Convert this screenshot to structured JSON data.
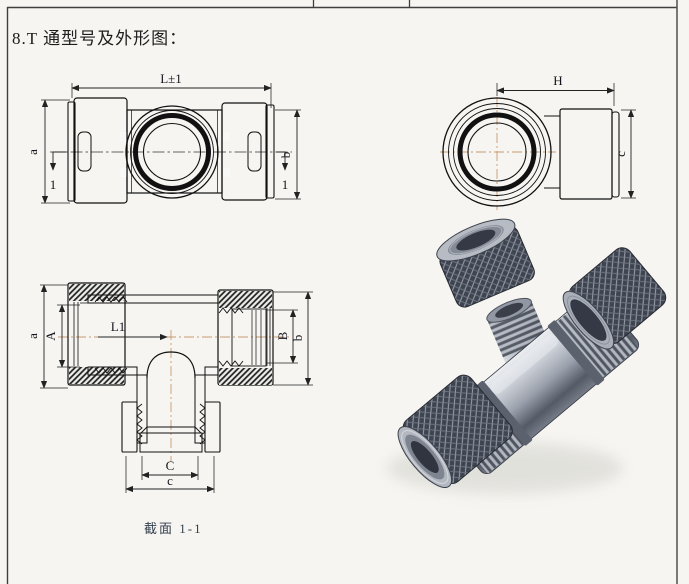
{
  "title": "8.T 通型号及外形图：",
  "front_view": {
    "dim_length": "L±1",
    "dim_left": "a",
    "dim_right": "b",
    "section_marker_left": "1",
    "section_marker_right": "1"
  },
  "side_view": {
    "dim_top": "H",
    "dim_right": "c"
  },
  "section_view": {
    "dim_outer_left": "a",
    "dim_inner_left": "A",
    "dim_center_length": "L1",
    "dim_inner_right": "B",
    "dim_outer_right": "b",
    "dim_inner_width": "C",
    "dim_outer_width": "c",
    "caption": "截面 1-1"
  },
  "colors": {
    "line": "#222222",
    "centerline": "#c89a6e",
    "paper": "#f6f5f1"
  }
}
